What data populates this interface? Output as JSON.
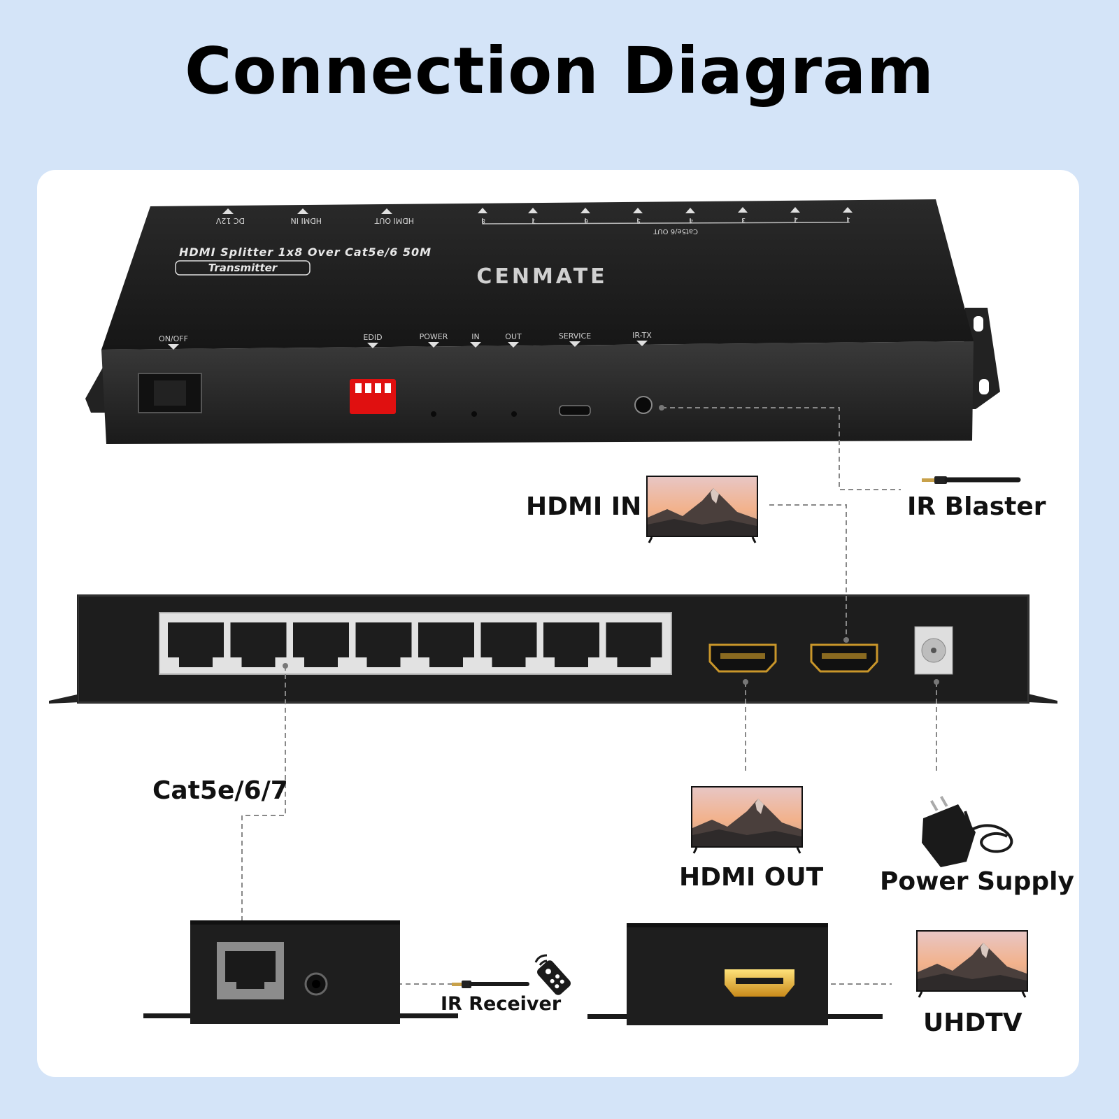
{
  "title": "Connection Diagram",
  "transmitter": {
    "rear_labels": [
      "DC 12V",
      "HDMI IN",
      "HDMI OUT"
    ],
    "cat_label": "Cat5e/6 OUT",
    "port_numbers": [
      "8",
      "7",
      "6",
      "5",
      "4",
      "3",
      "2",
      "1"
    ],
    "model_text": "HDMI Splitter 1x8 Over Cat5e/6 50M",
    "type_badge": "Transmitter",
    "brand": "CENMATE",
    "front_labels": {
      "onoff": "ON/OFF",
      "edid": "EDID",
      "power": "POWER",
      "in": "IN",
      "out": "OUT",
      "service": "SERVICE",
      "irtx": "IR-TX"
    }
  },
  "labels": {
    "hdmi_in": "HDMI IN",
    "ir_blaster": "IR Blaster",
    "cat_cable": "Cat5e/6/7",
    "hdmi_out": "HDMI OUT",
    "power_supply": "Power Supply",
    "ir_receiver": "IR Receiver",
    "uhdtv": "UHDTV"
  },
  "colors": {
    "background": "#d4e4f8",
    "panel": "#ffffff",
    "device": "#1c1c1c",
    "dip_switch": "#e01010",
    "hdmi_gold": "#e6b84a"
  }
}
